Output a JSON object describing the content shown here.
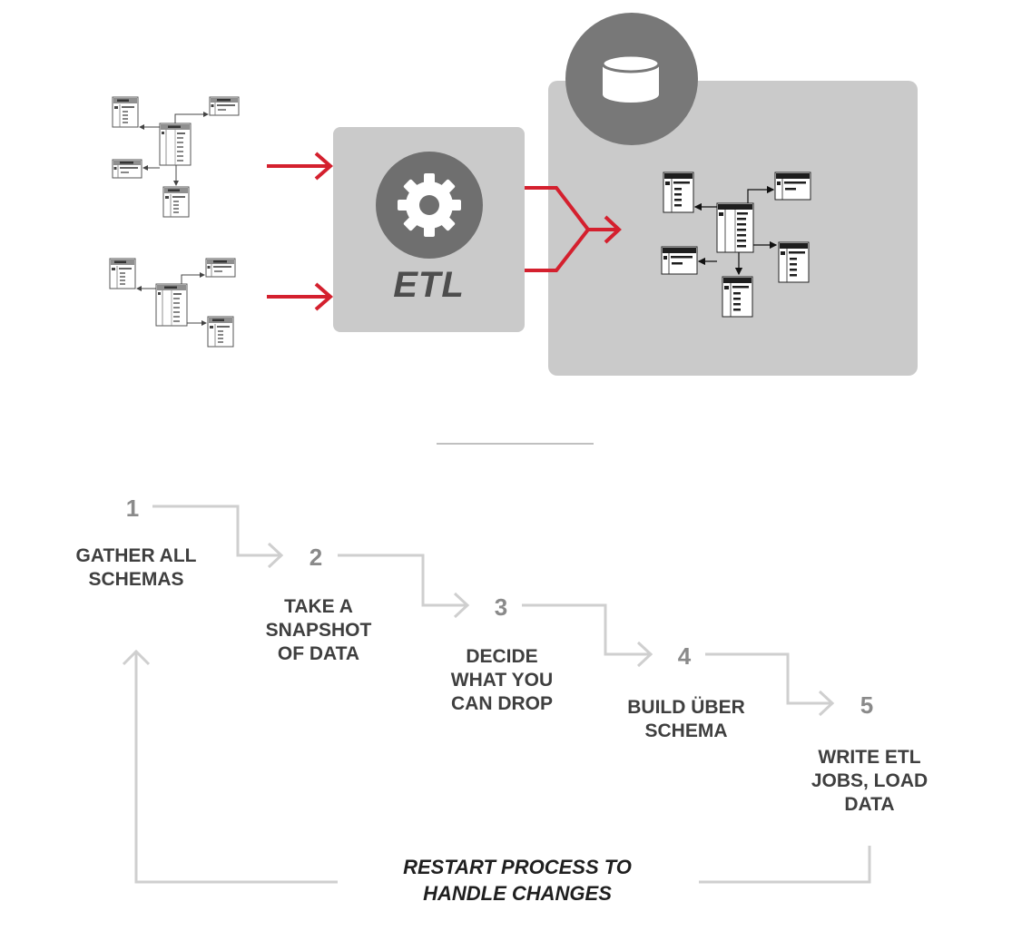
{
  "etl": {
    "label": "ETL",
    "icon": "gear-icon"
  },
  "warehouse": {
    "icon": "database-icon"
  },
  "colors": {
    "arrow_red": "#d4202e",
    "box_gray": "#cacaca",
    "circle_gray": "#6f6f6f",
    "step_line": "#c8c8c8",
    "step_number": "#8a8a8a",
    "label_text": "#3f3f3f"
  },
  "steps": [
    {
      "number": "1",
      "label_lines": [
        "GATHER ALL",
        "SCHEMAS"
      ]
    },
    {
      "number": "2",
      "label_lines": [
        "TAKE A",
        "SNAPSHOT",
        "OF DATA"
      ]
    },
    {
      "number": "3",
      "label_lines": [
        "DECIDE",
        "WHAT YOU",
        "CAN DROP"
      ]
    },
    {
      "number": "4",
      "label_lines": [
        "BUILD ÜBER",
        "SCHEMA"
      ]
    },
    {
      "number": "5",
      "label_lines": [
        "WRITE ETL",
        "JOBS, LOAD",
        "DATA"
      ]
    }
  ],
  "restart": {
    "line1": "RESTART PROCESS TO",
    "line2": "HANDLE CHANGES"
  }
}
